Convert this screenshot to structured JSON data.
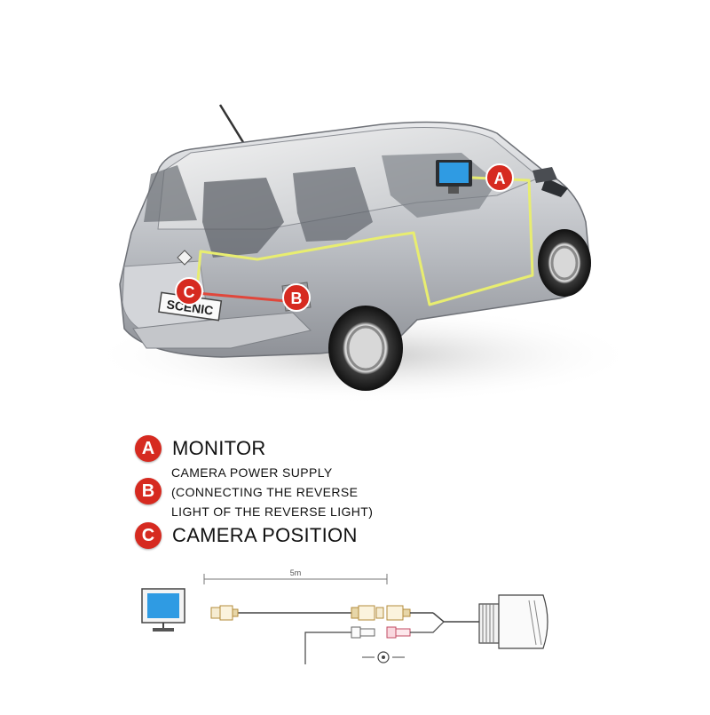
{
  "colors": {
    "badge_red": "#d62a20",
    "wire_yellow": "#e8ed70",
    "wire_red": "#e0473b",
    "monitor_blue": "#2f9be3"
  },
  "markers": {
    "a": "A",
    "b": "B",
    "c": "C"
  },
  "car": {
    "rear_plate_text": "SCENIC"
  },
  "legend": {
    "a": {
      "badge": "A",
      "label": "MONITOR"
    },
    "b": {
      "badge": "B",
      "lines": [
        "CAMERA POWER SUPPLY",
        "(CONNECTING THE REVERSE",
        "LIGHT OF THE REVERSE LIGHT)"
      ]
    },
    "c": {
      "badge": "C",
      "label": "CAMERA POSITION"
    }
  },
  "wiring": {
    "cable_length": "5m"
  }
}
